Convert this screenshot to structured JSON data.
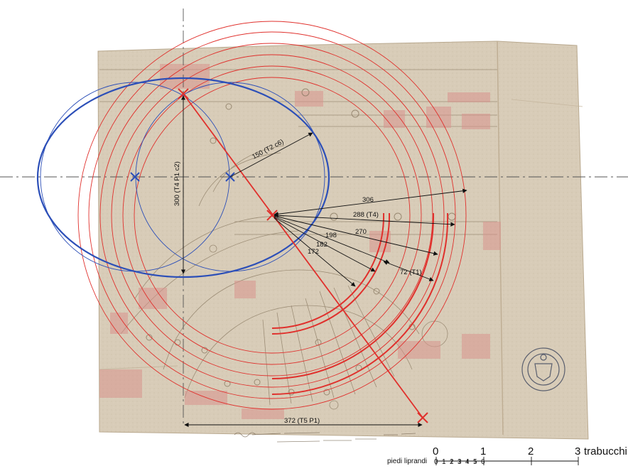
{
  "drawing": {
    "colors": {
      "paper": "#d8ccb8",
      "paper_dark": "#c4b49b",
      "ink": "#8a7a62",
      "pink": "#d9938d",
      "red": "#e0302c",
      "blue": "#2c4fb8",
      "arrow": "#111111"
    },
    "dimensions": [
      {
        "label": "306"
      },
      {
        "label": "288 (T4)"
      },
      {
        "label": "270"
      },
      {
        "label": "198"
      },
      {
        "label": "182"
      },
      {
        "label": "172"
      },
      {
        "label": "72 (T1)"
      },
      {
        "label": "150 (T2 c6)"
      },
      {
        "label": "300 (T4 P1 c2)"
      },
      {
        "label": "372 (T5 P1)"
      }
    ],
    "scale": {
      "unit_left": "piedi liprandi",
      "unit_right": "trabucchi",
      "major_ticks": [
        "0",
        "1",
        "2",
        "3"
      ],
      "minor_ticks": [
        "0",
        "1",
        "2",
        "3",
        "4",
        "5",
        "6"
      ]
    },
    "seal": {
      "icon": "archive-seal-icon"
    }
  }
}
